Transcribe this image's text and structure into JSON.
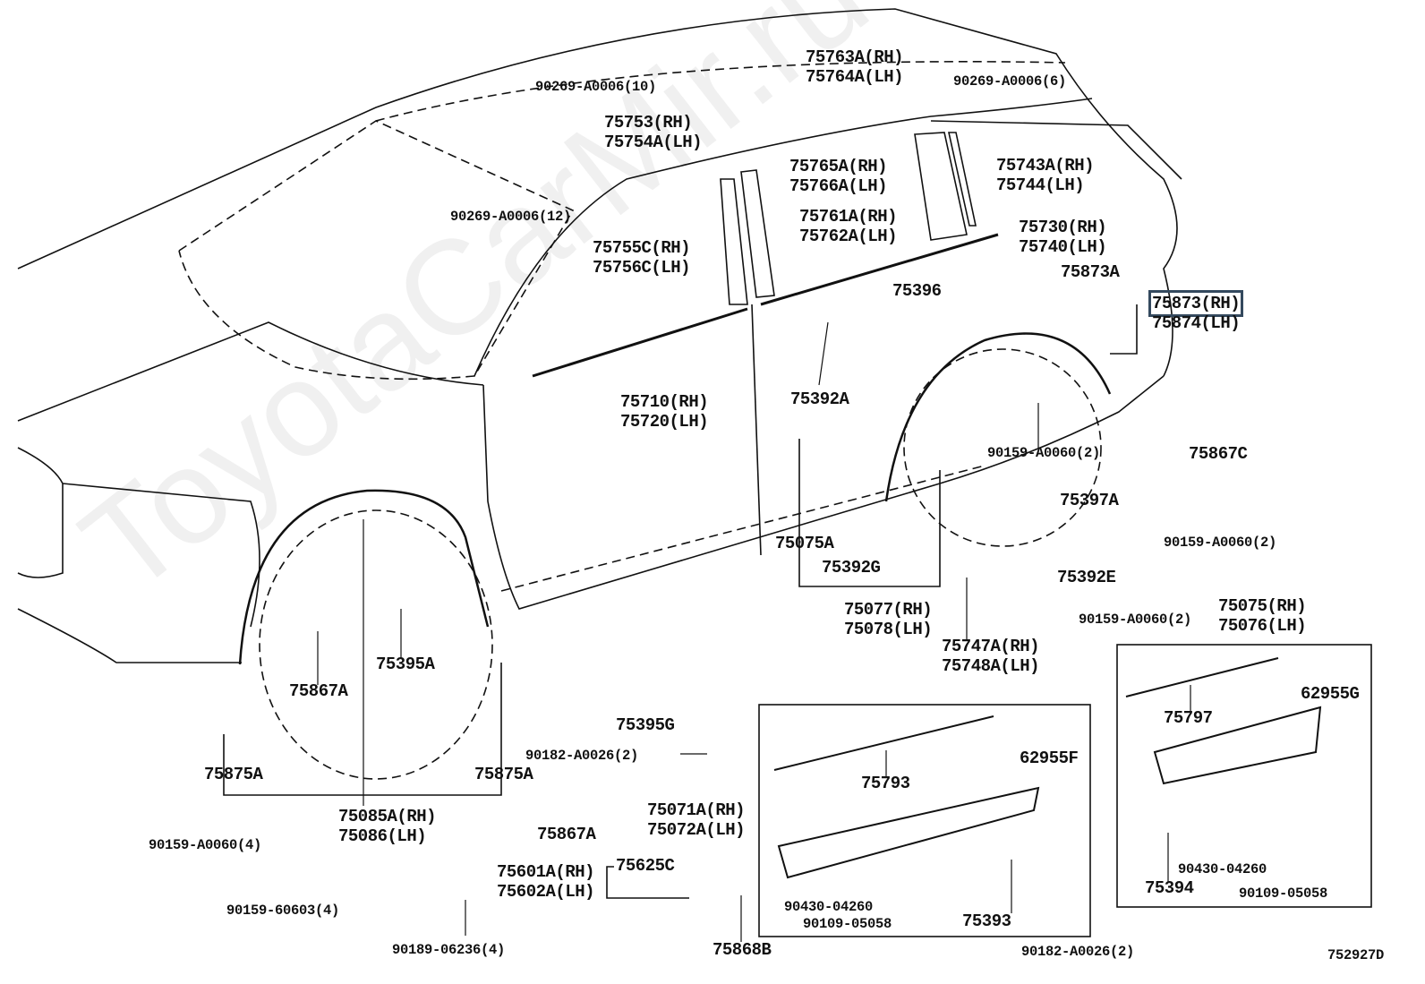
{
  "watermark": "ToyotaCarMir.ru",
  "diagram_id": "752927D",
  "highlight_color": "#34495e",
  "labels": [
    "75763A(RH)",
    "75764A(LH)",
    "90269-A0006(10)",
    "90269-A0006(6)",
    "75753(RH)",
    "75754A(LH)",
    "75765A(RH)",
    "75766A(LH)",
    "75743A(RH)",
    "75744(LH)",
    "90269-A0006(12)",
    "75761A(RH)",
    "75762A(LH)",
    "75730(RH)",
    "75740(LH)",
    "75755C(RH)",
    "75756C(LH)",
    "75873A",
    "75396",
    "75873(RH)",
    "75874(LH)",
    "75392A",
    "75710(RH)",
    "75720(LH)",
    "90159-A0060(2)",
    "75867C",
    "75397A",
    "75075A",
    "90159-A0060(2)",
    "75392G",
    "75392E",
    "75077(RH)",
    "75078(LH)",
    "75075(RH)",
    "75076(LH)",
    "90159-A0060(2)",
    "75747A(RH)",
    "75748A(LH)",
    "75395A",
    "75867A",
    "62955G",
    "75797",
    "75395G",
    "90182-A0026(2)",
    "62955F",
    "75875A",
    "75875A",
    "75793",
    "75085A(RH)",
    "75086(LH)",
    "75071A(RH)",
    "75072A(LH)",
    "75867A",
    "90159-A0060(4)",
    "90430-04260",
    "75625C",
    "75601A(RH)",
    "75602A(LH)",
    "75394",
    "90109-05058",
    "90430-04260",
    "90159-60603(4)",
    "90109-05058",
    "75393",
    "90189-06236(4)",
    "75868B",
    "90182-A0026(2)",
    "752927D"
  ]
}
